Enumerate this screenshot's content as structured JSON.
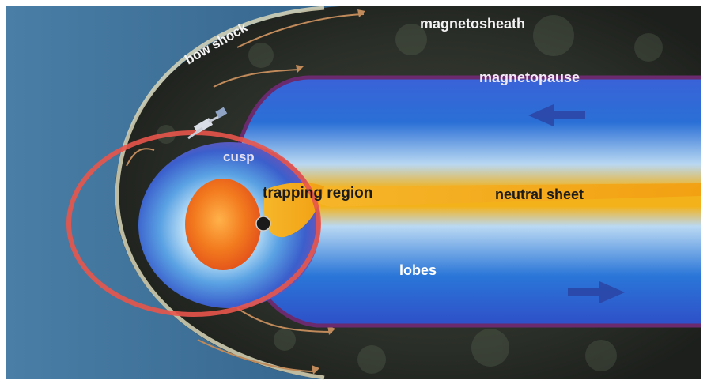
{
  "labels": {
    "bow_shock": "bow shock",
    "magnetosheath": "magnetosheath",
    "magnetopause": "magnetopause",
    "cusp": "cusp",
    "trapping_region": "trapping region",
    "neutral_sheet": "neutral sheet",
    "lobes": "lobes"
  },
  "colors": {
    "solar_wind": "#2f5f86",
    "magnetosheath": "#2b2f2a",
    "magnetotail": "#1f57c4",
    "neutral_sheet": "#f2b21c",
    "magnetopause": "#6b2a6e",
    "orbit_ring": "#e8554b",
    "sun_core": "#f06a1c"
  }
}
